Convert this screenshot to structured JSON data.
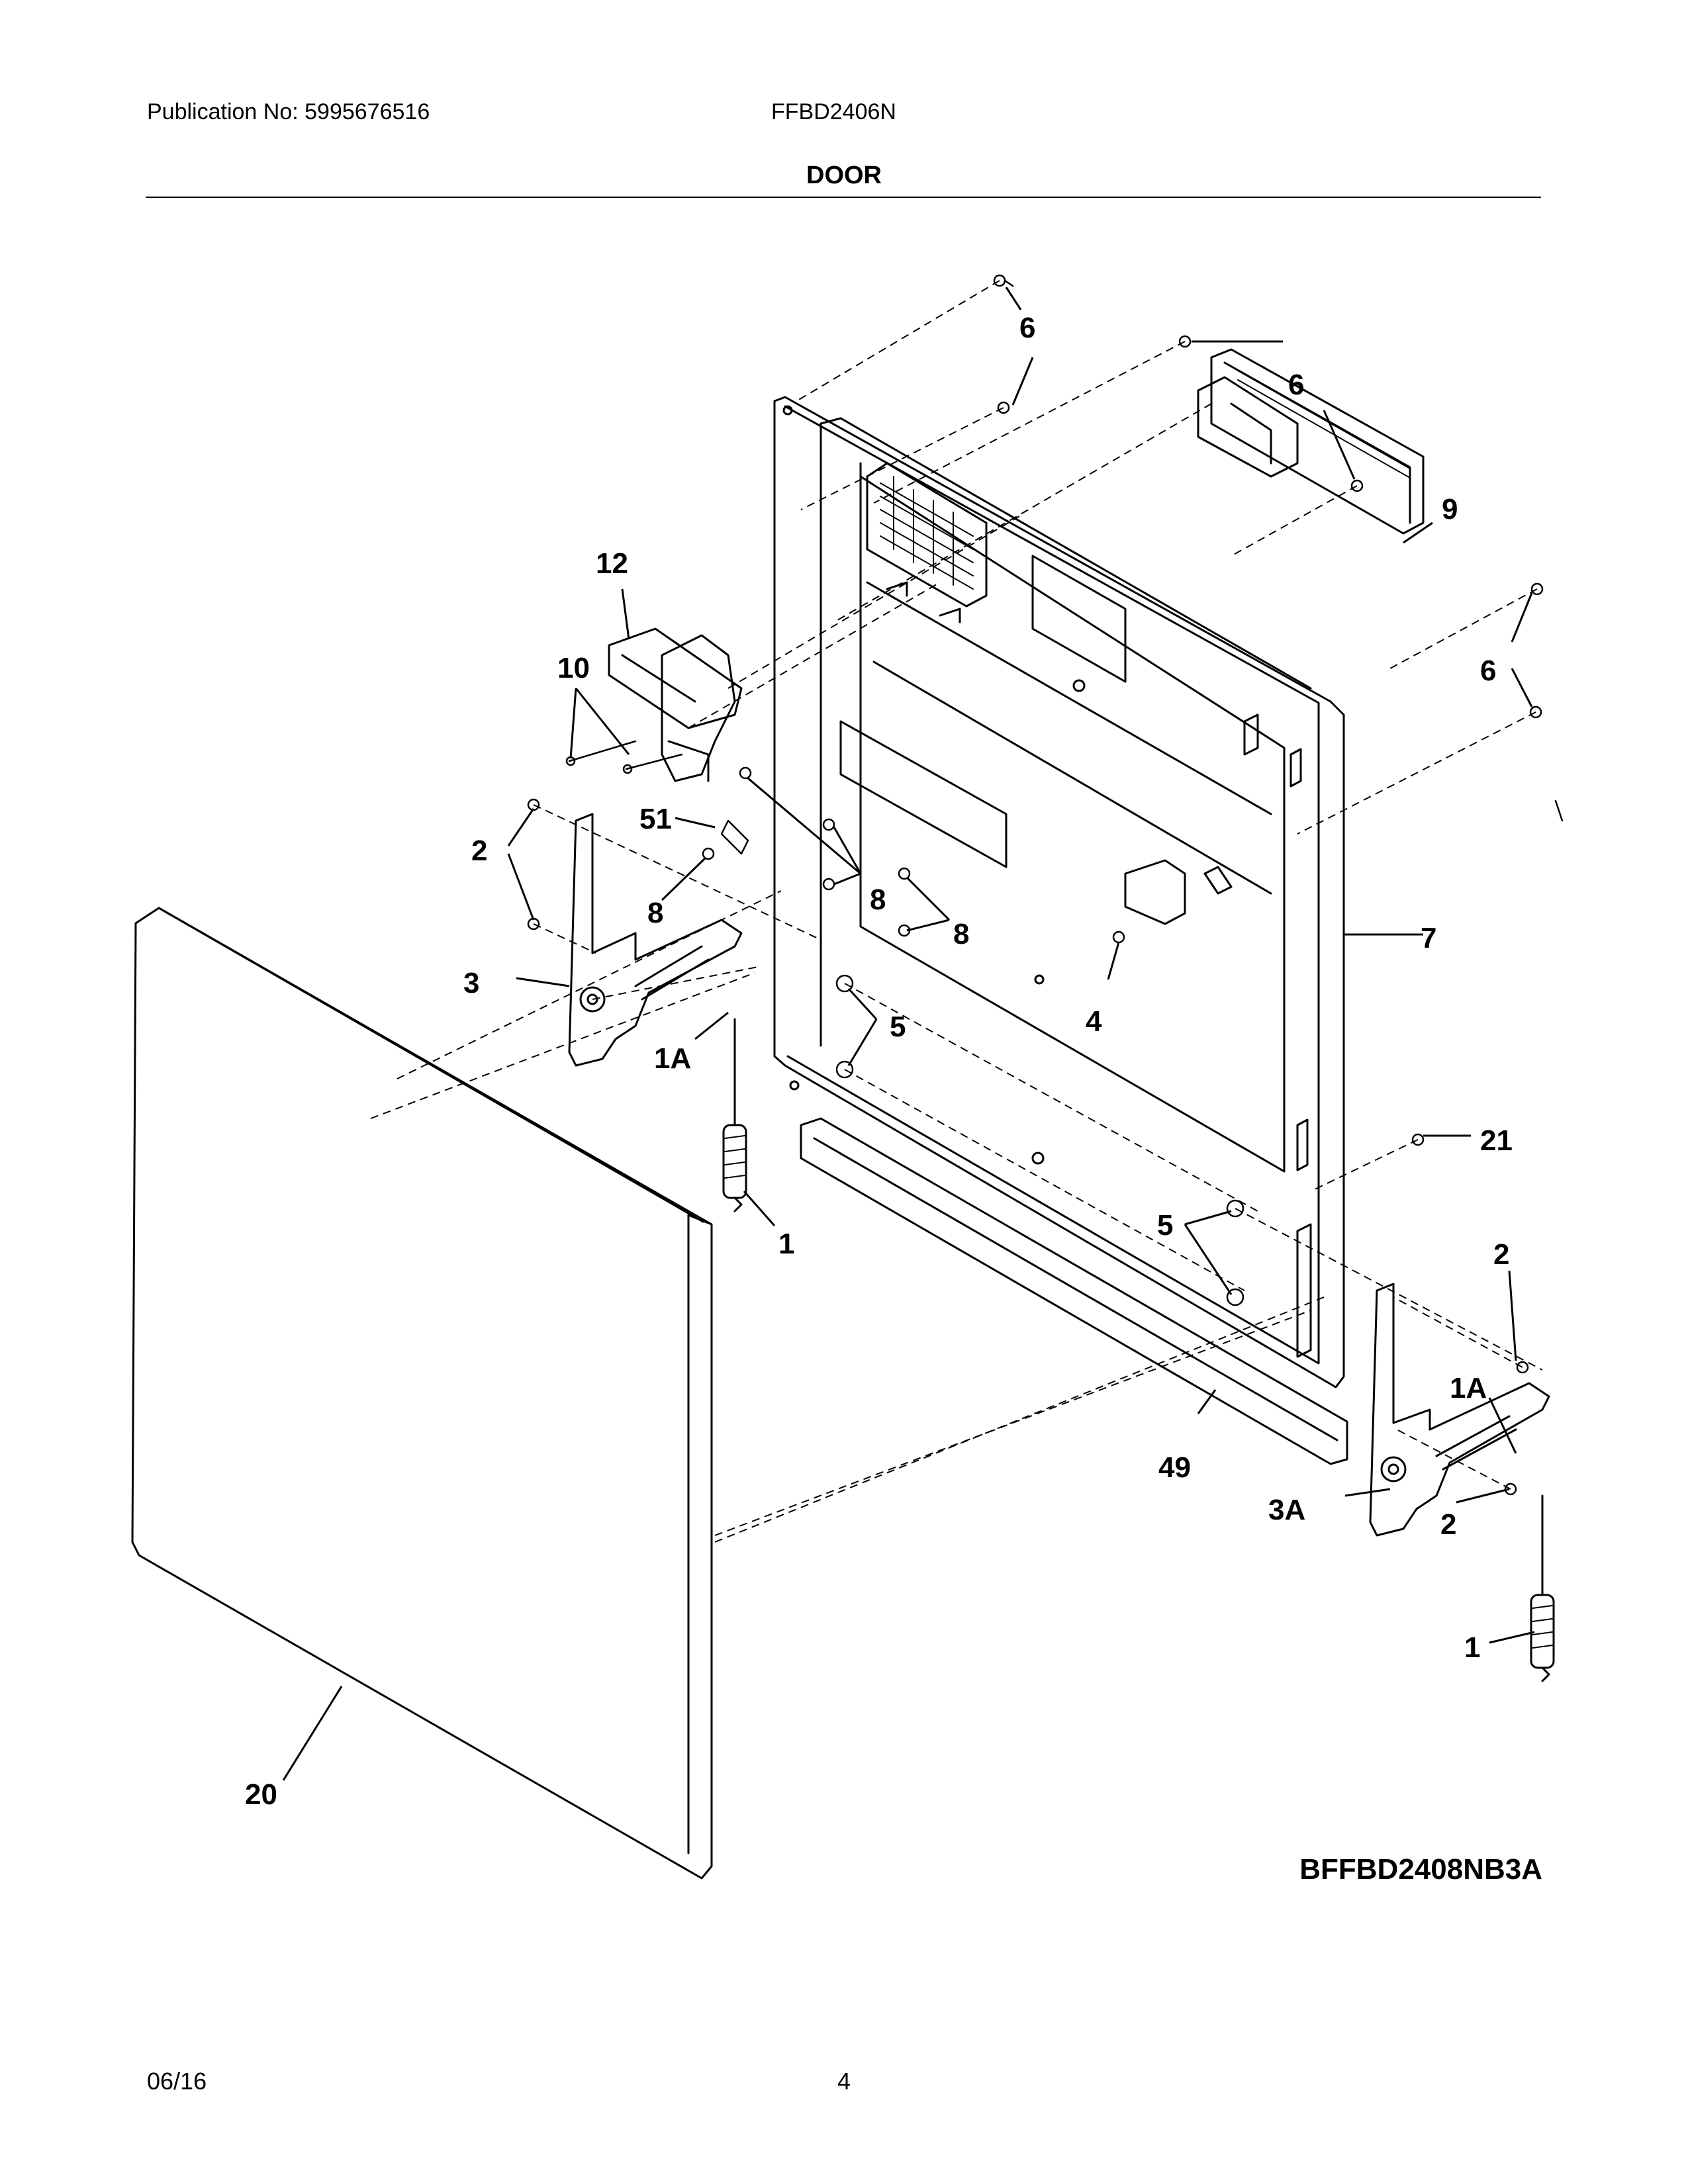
{
  "header": {
    "publication": "Publication No: 5995676516",
    "model": "FFBD2406N",
    "section_title": "DOOR"
  },
  "diagram": {
    "code": "BFFBD2408NB3A",
    "callouts": [
      "6",
      "6",
      "6",
      "9",
      "12",
      "10",
      "51",
      "2",
      "8",
      "8",
      "8",
      "7",
      "3",
      "1A",
      "5",
      "4",
      "21",
      "1",
      "5",
      "2",
      "1A",
      "49",
      "3A",
      "2",
      "1",
      "20"
    ]
  },
  "footer": {
    "date": "06/16",
    "page_number": "4"
  }
}
